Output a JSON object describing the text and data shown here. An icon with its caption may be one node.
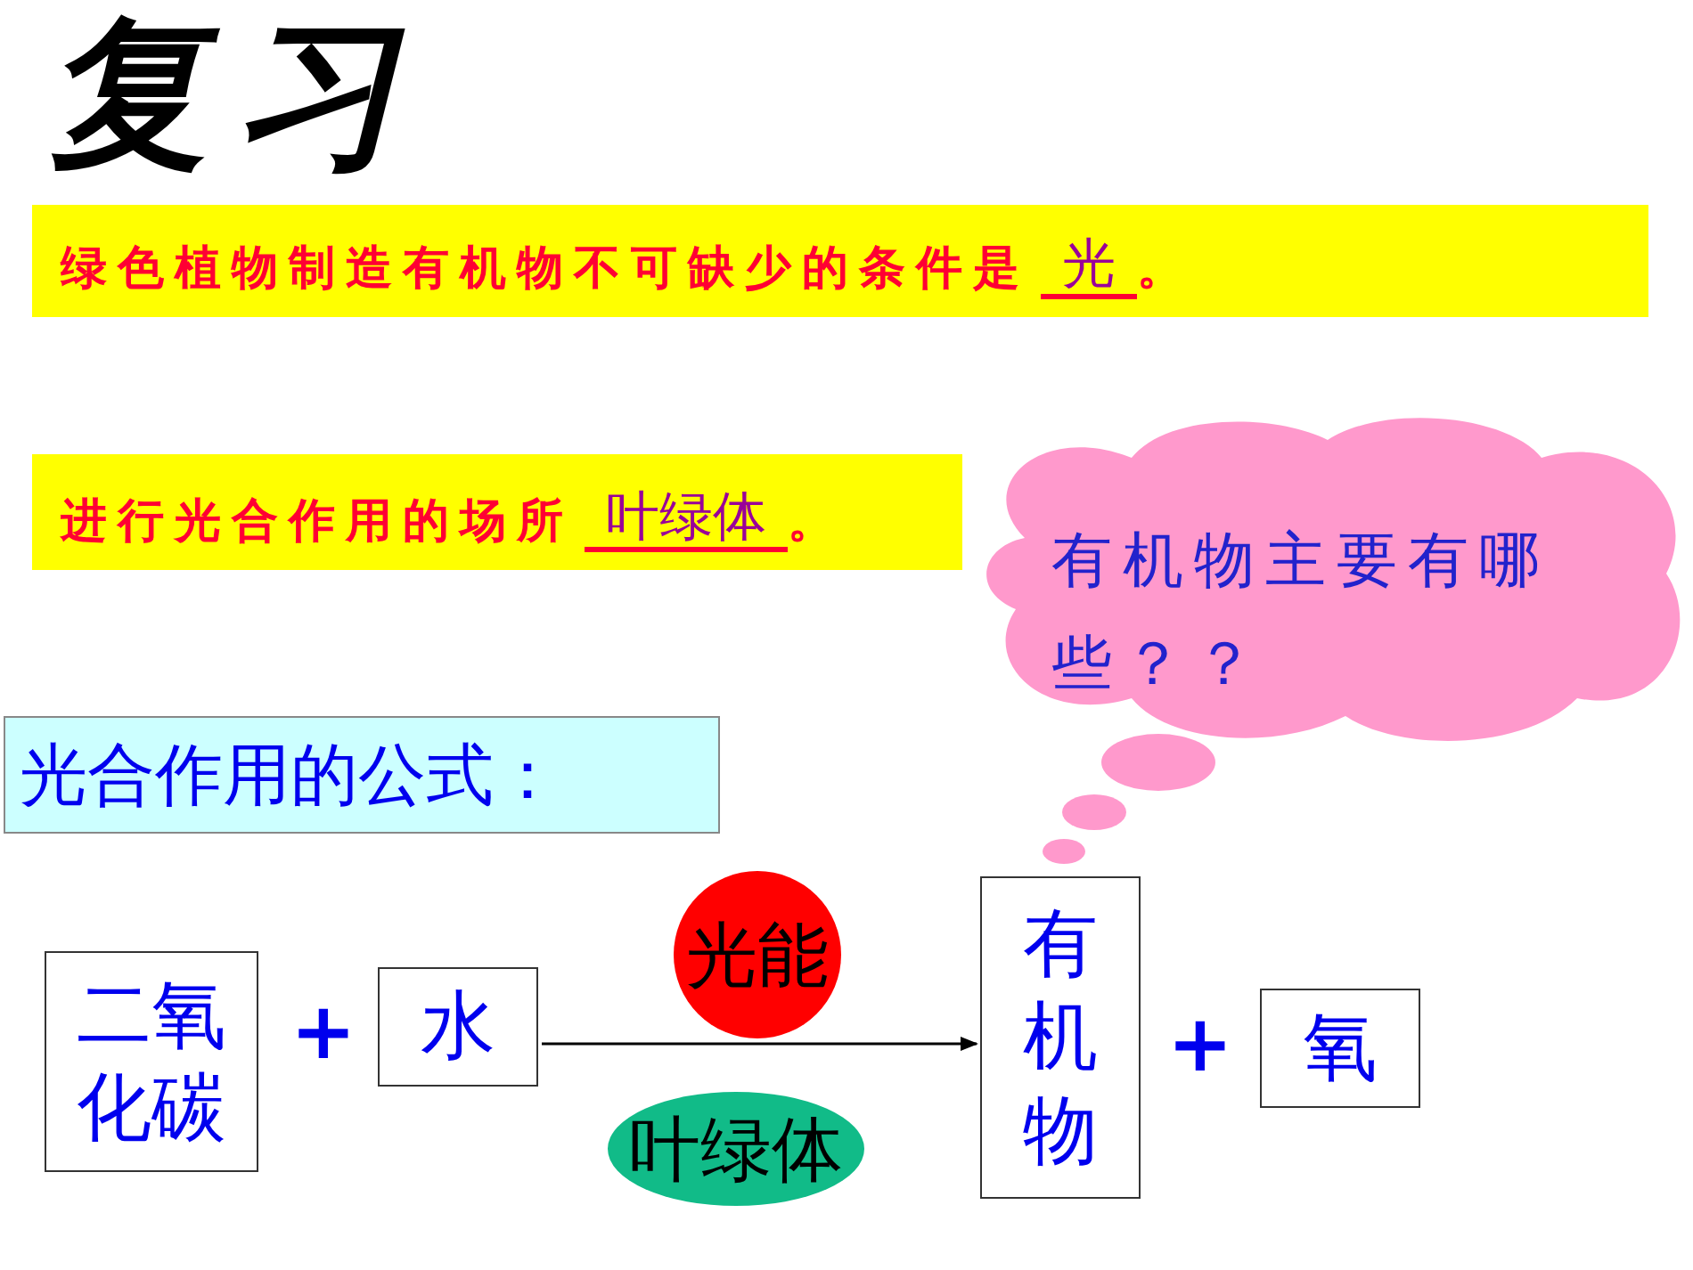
{
  "diagram": {
    "title": "复习",
    "nodes": [
      {
        "text": [
          "绿色植物制造有机物不可缺少的条件是",
          "光",
          "。"
        ]
      },
      {
        "text": [
          "进行光合作用的场所",
          "叶绿体",
          "。"
        ]
      },
      {
        "text": [
          "光合作用的公式："
        ]
      },
      {
        "text": [
          "有机物主要有哪些？？"
        ]
      },
      {
        "text": [
          "二氧化碳"
        ]
      },
      {
        "text": [
          "水"
        ]
      },
      {
        "text": [
          "光能"
        ]
      },
      {
        "text": [
          "叶绿体"
        ]
      },
      {
        "text": [
          "有机物"
        ]
      },
      {
        "text": [
          "氧"
        ]
      }
    ],
    "edges": [
      {
        "from": 5,
        "to": 8,
        "arrow": "to"
      }
    ],
    "labels": [
      "+",
      "+"
    ]
  }
}
